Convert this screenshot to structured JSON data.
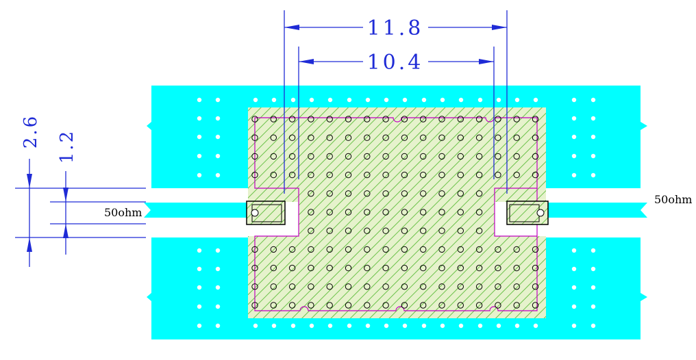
{
  "dimensions": {
    "outer_width": "11.8",
    "inner_width": "10.4",
    "outer_gap": "2.6",
    "inner_gap": "1.2"
  },
  "labels": {
    "left_port": "50ohm",
    "right_port": "50ohm"
  },
  "colors": {
    "substrate": "#00ffff",
    "hatch_fill": "#e6f2cc",
    "hatch_stroke": "#6cc24a",
    "outline": "#c000c0",
    "dimension": "#1f2bd6",
    "line": "#000000"
  }
}
